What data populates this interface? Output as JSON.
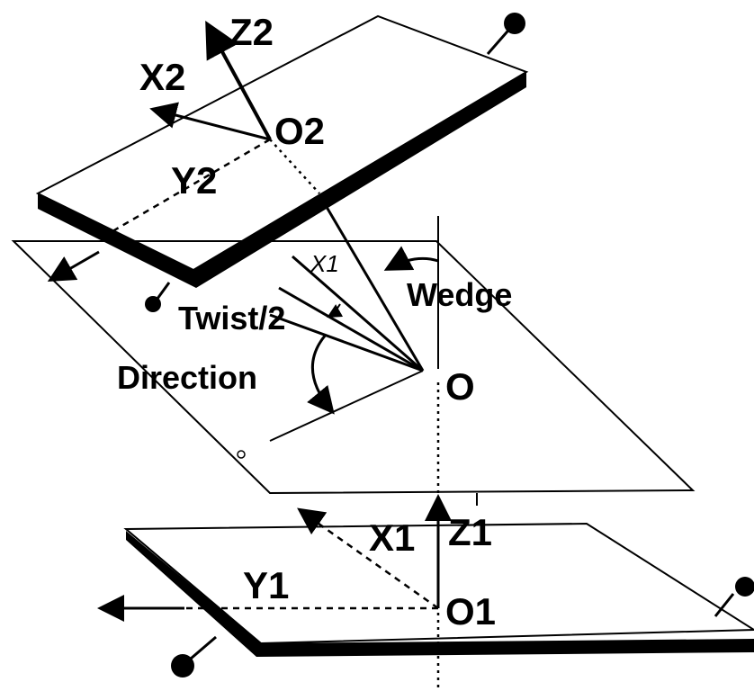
{
  "labels": {
    "z2": "Z2",
    "x2": "X2",
    "o2": "O2",
    "y2": "Y2",
    "x1_small": "X1",
    "wedge": "Wedge",
    "twist": "Twist/2",
    "direction": "Direction",
    "o": "O",
    "x1": "X1",
    "z1": "Z1",
    "y1": "Y1",
    "o1": "O1"
  }
}
